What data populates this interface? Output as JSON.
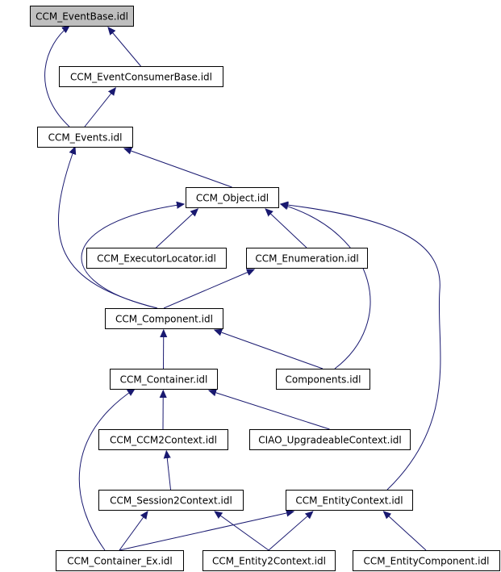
{
  "graph": {
    "colors": {
      "edge": "#191970",
      "root_fill": "#bfbfbf",
      "node_fill": "#ffffff",
      "node_border": "#000000"
    },
    "nodes": [
      {
        "id": "event-base",
        "label": "CCM_EventBase.idl",
        "root": true
      },
      {
        "id": "event-consumer-base",
        "label": "CCM_EventConsumerBase.idl"
      },
      {
        "id": "events",
        "label": "CCM_Events.idl"
      },
      {
        "id": "object",
        "label": "CCM_Object.idl"
      },
      {
        "id": "executor-locator",
        "label": "CCM_ExecutorLocator.idl"
      },
      {
        "id": "enumeration",
        "label": "CCM_Enumeration.idl"
      },
      {
        "id": "component",
        "label": "CCM_Component.idl"
      },
      {
        "id": "container",
        "label": "CCM_Container.idl"
      },
      {
        "id": "components",
        "label": "Components.idl"
      },
      {
        "id": "ccm2context",
        "label": "CCM_CCM2Context.idl"
      },
      {
        "id": "upgradeable-context",
        "label": "CIAO_UpgradeableContext.idl"
      },
      {
        "id": "session2context",
        "label": "CCM_Session2Context.idl"
      },
      {
        "id": "entity-context",
        "label": "CCM_EntityContext.idl"
      },
      {
        "id": "container-ex",
        "label": "CCM_Container_Ex.idl"
      },
      {
        "id": "entity2context",
        "label": "CCM_Entity2Context.idl"
      },
      {
        "id": "entity-component",
        "label": "CCM_EntityComponent.idl"
      }
    ],
    "edges": [
      {
        "from": "event-consumer-base",
        "to": "event-base"
      },
      {
        "from": "events",
        "to": "event-base"
      },
      {
        "from": "events",
        "to": "event-consumer-base"
      },
      {
        "from": "object",
        "to": "events"
      },
      {
        "from": "component",
        "to": "events"
      },
      {
        "from": "executor-locator",
        "to": "object"
      },
      {
        "from": "enumeration",
        "to": "object"
      },
      {
        "from": "component",
        "to": "object"
      },
      {
        "from": "components",
        "to": "object"
      },
      {
        "from": "entity-context",
        "to": "object"
      },
      {
        "from": "component",
        "to": "enumeration"
      },
      {
        "from": "container",
        "to": "component"
      },
      {
        "from": "components",
        "to": "component"
      },
      {
        "from": "ccm2context",
        "to": "container"
      },
      {
        "from": "upgradeable-context",
        "to": "container"
      },
      {
        "from": "container-ex",
        "to": "container"
      },
      {
        "from": "session2context",
        "to": "ccm2context"
      },
      {
        "from": "container-ex",
        "to": "session2context"
      },
      {
        "from": "entity2context",
        "to": "session2context"
      },
      {
        "from": "container-ex",
        "to": "entity-context"
      },
      {
        "from": "entity2context",
        "to": "entity-context"
      },
      {
        "from": "entity-component",
        "to": "entity-context"
      }
    ]
  }
}
